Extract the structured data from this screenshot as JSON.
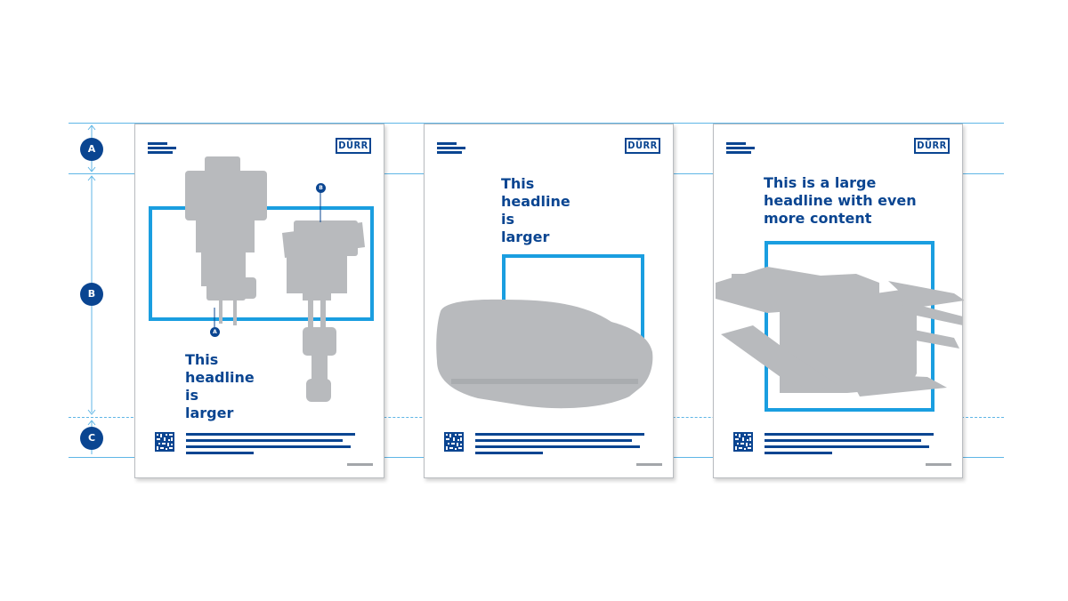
{
  "markers": {
    "a": "A",
    "b": "B",
    "c": "C"
  },
  "callouts": {
    "a": "A",
    "b": "B"
  },
  "logo_text": "DÜRR",
  "pages": [
    {
      "headline": "This\nheadline\nis\nlarger",
      "image": "valve-equipment-silhouettes"
    },
    {
      "headline": "This\nheadline\nis\nlarger",
      "image": "car-silhouette"
    },
    {
      "headline": "This is a large\nheadline with even\nmore content",
      "image": "production-line-silhouette"
    }
  ],
  "colors": {
    "brand_blue": "#0a4591",
    "accent_blue": "#1a9ee0",
    "guide_blue": "#5fb6e6",
    "silhouette_gray": "#b8babd"
  }
}
